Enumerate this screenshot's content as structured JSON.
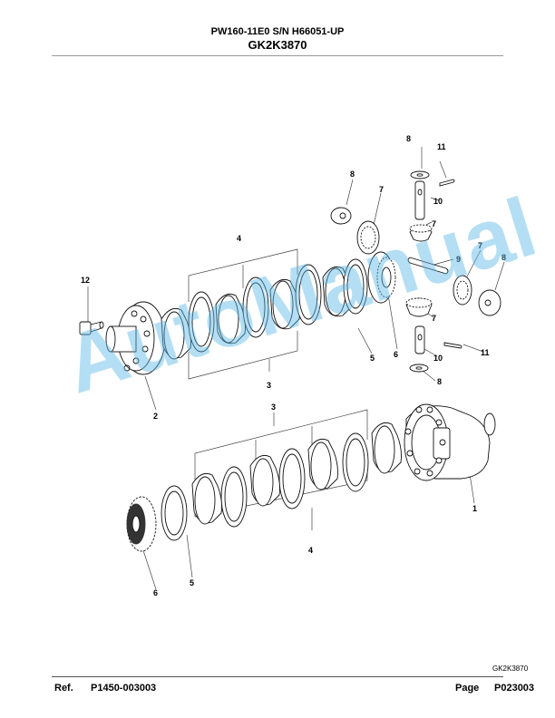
{
  "header": {
    "model_line": "PW160-11E0 S/N H66051-UP",
    "group_code": "GK2K3870"
  },
  "diagram": {
    "callouts": [
      "1",
      "2",
      "3",
      "3",
      "4",
      "4",
      "5",
      "5",
      "6",
      "6",
      "7",
      "7",
      "7",
      "7",
      "8",
      "8",
      "8",
      "8",
      "9",
      "10",
      "10",
      "11",
      "11",
      "12"
    ]
  },
  "image_code": "GK2K3870",
  "watermark": "AutoManual",
  "footer": {
    "ref_label": "Ref.",
    "ref_value": "P1450-003003",
    "page_label": "Page",
    "page_value": "P023003"
  }
}
